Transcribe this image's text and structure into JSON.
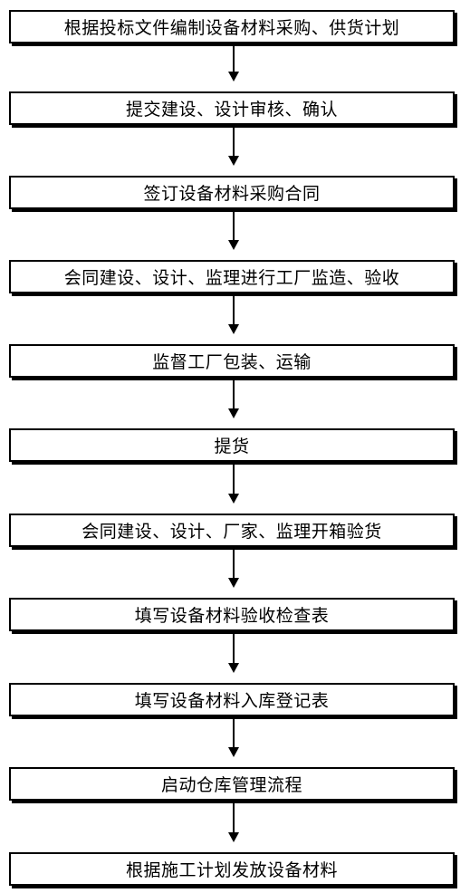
{
  "steps": [
    {
      "label": "根据投标文件编制设备材料采购、供货计划"
    },
    {
      "label": "提交建设、设计审核、确认"
    },
    {
      "label": "签订设备材料采购合同"
    },
    {
      "label": "会同建设、设计、监理进行工厂监造、验收"
    },
    {
      "label": "监督工厂包装、运输"
    },
    {
      "label": "提货"
    },
    {
      "label": "会同建设、设计、厂家、监理开箱验货"
    },
    {
      "label": "填写设备材料验收检查表"
    },
    {
      "label": "填写设备材料入库登记表"
    },
    {
      "label": "启动仓库管理流程"
    },
    {
      "label": "根据施工计划发放设备材料"
    }
  ]
}
